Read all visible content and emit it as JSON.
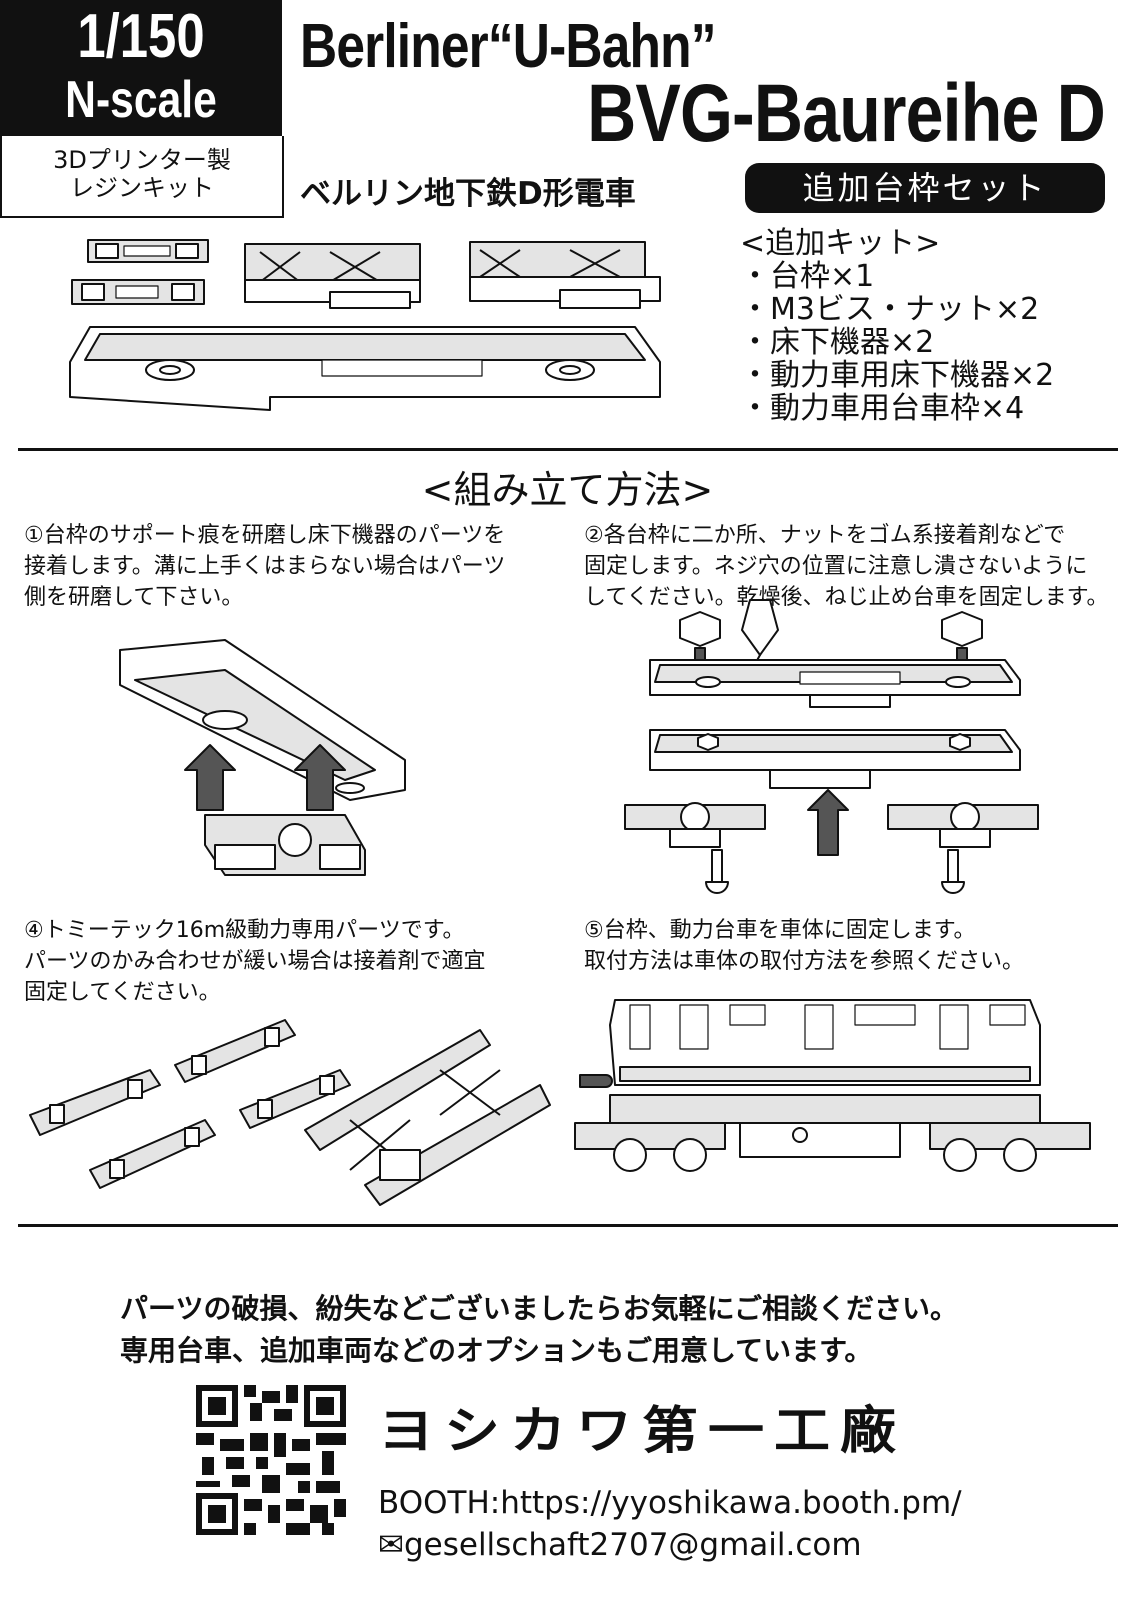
{
  "header": {
    "scale_line1": "1/150",
    "scale_line2": "N-scale",
    "kit_type_line1": "3Dプリンター製",
    "kit_type_line2": "レジンキット",
    "title_line1": "Berliner“U-Bahn”",
    "title_line2": "BVG-Baureihe D",
    "subtitle_jp": "ベルリン地下鉄D形電車",
    "set_name": "追加台枠セット"
  },
  "kit_contents": {
    "heading": "<追加キット>",
    "items": [
      "・台枠×1",
      "・M3ビス・ナット×2",
      "・床下機器×2",
      "・動力車用床下機器×2",
      "・動力車用台車枠×4"
    ]
  },
  "assembly": {
    "heading": "<組み立て方法>",
    "steps": [
      {
        "lines": [
          "①台枠のサポート痕を研磨し床下機器のパーツを",
          "接着します。溝に上手くはまらない場合はパーツ",
          "側を研磨して下さい。"
        ]
      },
      {
        "lines": [
          "②各台枠に二か所、ナットをゴム系接着剤などで",
          "固定します。ネジ穴の位置に注意し潰さないように",
          "してください。乾燥後、ねじ止め台車を固定します。"
        ]
      },
      {
        "lines": [
          "④トミーテック16m級動力専用パーツです。",
          "パーツのかみ合わせが緩い場合は接着剤で適宜",
          "固定してください。"
        ]
      },
      {
        "lines": [
          "⑤台枠、動力台車を車体に固定します。",
          "取付方法は車体の取付方法を参照ください。"
        ]
      }
    ]
  },
  "footer": {
    "notes": [
      "パーツの破損、紛失などございましたらお気軽にご相談ください。",
      "専用台車、追加車両などのオプションもご用意しています。"
    ],
    "brand": "ヨシカワ第一工廠",
    "booth": "BOOTH:https://yyoshikawa.booth.pm/",
    "email": "✉gesellschaft2707@gmail.com"
  }
}
